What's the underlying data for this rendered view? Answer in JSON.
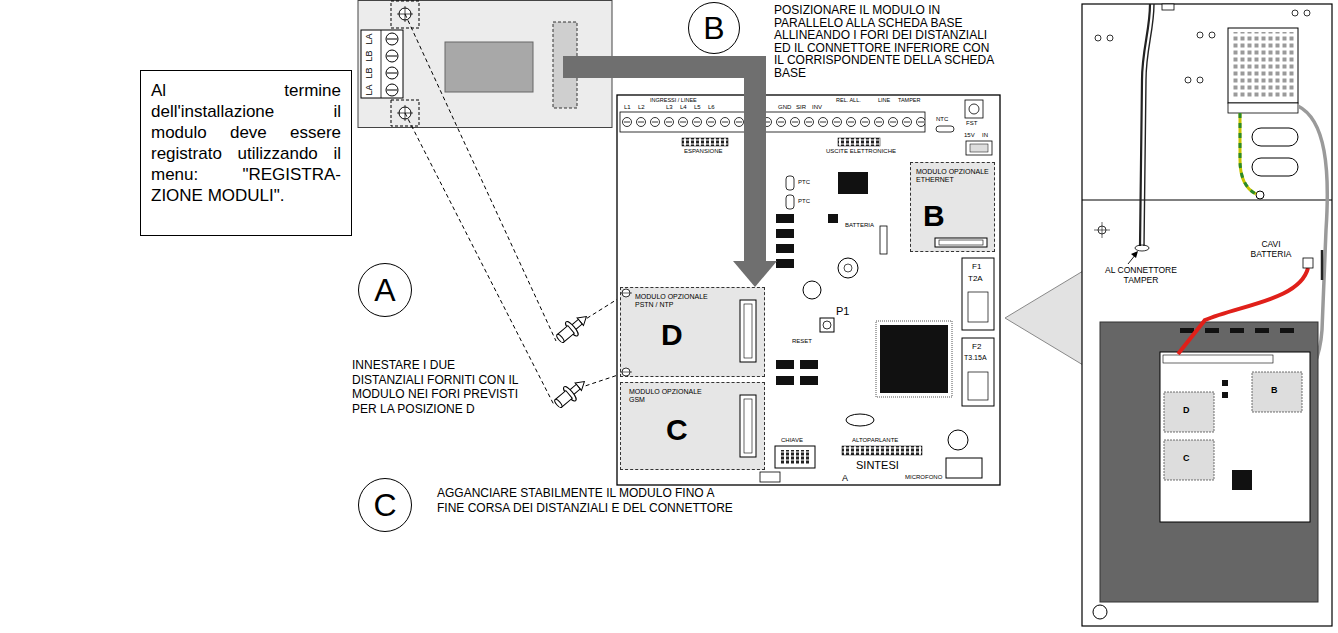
{
  "diagram": {
    "nodes": [
      {
        "text": [
          "Al termine dell'installazione il modulo deve essere registrato utilizzando il menu: \"REGISTRA- ZIONE MODULI\"."
        ]
      },
      {
        "text": [
          "LA",
          "LB",
          "LB",
          "LA"
        ]
      },
      {
        "text": [
          "B"
        ]
      },
      {
        "text": [
          "A"
        ]
      },
      {
        "text": [
          "MODULO OPZIONALE PSTN / NTP",
          "D"
        ]
      },
      {
        "text": [
          "MODULO OPZIONALE ETHERNET",
          "B"
        ]
      },
      {
        "text": [
          "MODULO OPZIONALE GSM",
          "C"
        ]
      },
      {
        "text": [
          "C"
        ]
      }
    ],
    "edges": [
      {
        "from": 1,
        "to": 4,
        "arrow": "to"
      }
    ],
    "labels": [
      "POSIZIONARE IL MODULO IN PARALLELO ALLA SCHEDA BASE ALLINEANDO I FORI DEI DISTANZIALI ED IL CONNETTORE INFERIORE CON IL CORRISPONDENTE DELLA SCHEDA BASE",
      "INNESTARE I DUE DISTANZIALI FORNITI CON IL MODULO NEI FORI PREVISTI PER LA POSIZIONE D",
      "AGGANCIARE STABILMENTE IL MODULO FINO A FINE CORSA DEI DISTANZIALI E DEL CONNETTORE",
      "INGRESSI / LINEE",
      "L1",
      "L2",
      "L3",
      "L4",
      "L5",
      "L6",
      "GND",
      "SIR",
      "INV",
      "REL. ALL.",
      "LINE",
      "TAMPER",
      "ESPANSIONE",
      "USCITE ELETTRONICHE",
      "NTC",
      "FST",
      "15V",
      "IN",
      "PTC",
      "PTC",
      "BATTERIA",
      "F1",
      "T2A",
      "F2",
      "T3.15A",
      "P1",
      "RESET",
      "CHIAVE",
      "ALTOPARLANTE",
      "SINTESI",
      "A",
      "MICROFONO",
      "AL CONNETTORE TAMPER",
      "CAVI BATTERIA",
      "D",
      "B",
      "C"
    ]
  }
}
